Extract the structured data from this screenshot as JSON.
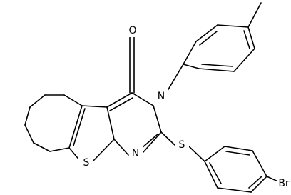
{
  "atoms": {
    "oxygen": "O",
    "n_aryl": "N",
    "n_ring": "N",
    "s_thiophene": "S",
    "s_thioether": "S",
    "bromine": "Br"
  }
}
